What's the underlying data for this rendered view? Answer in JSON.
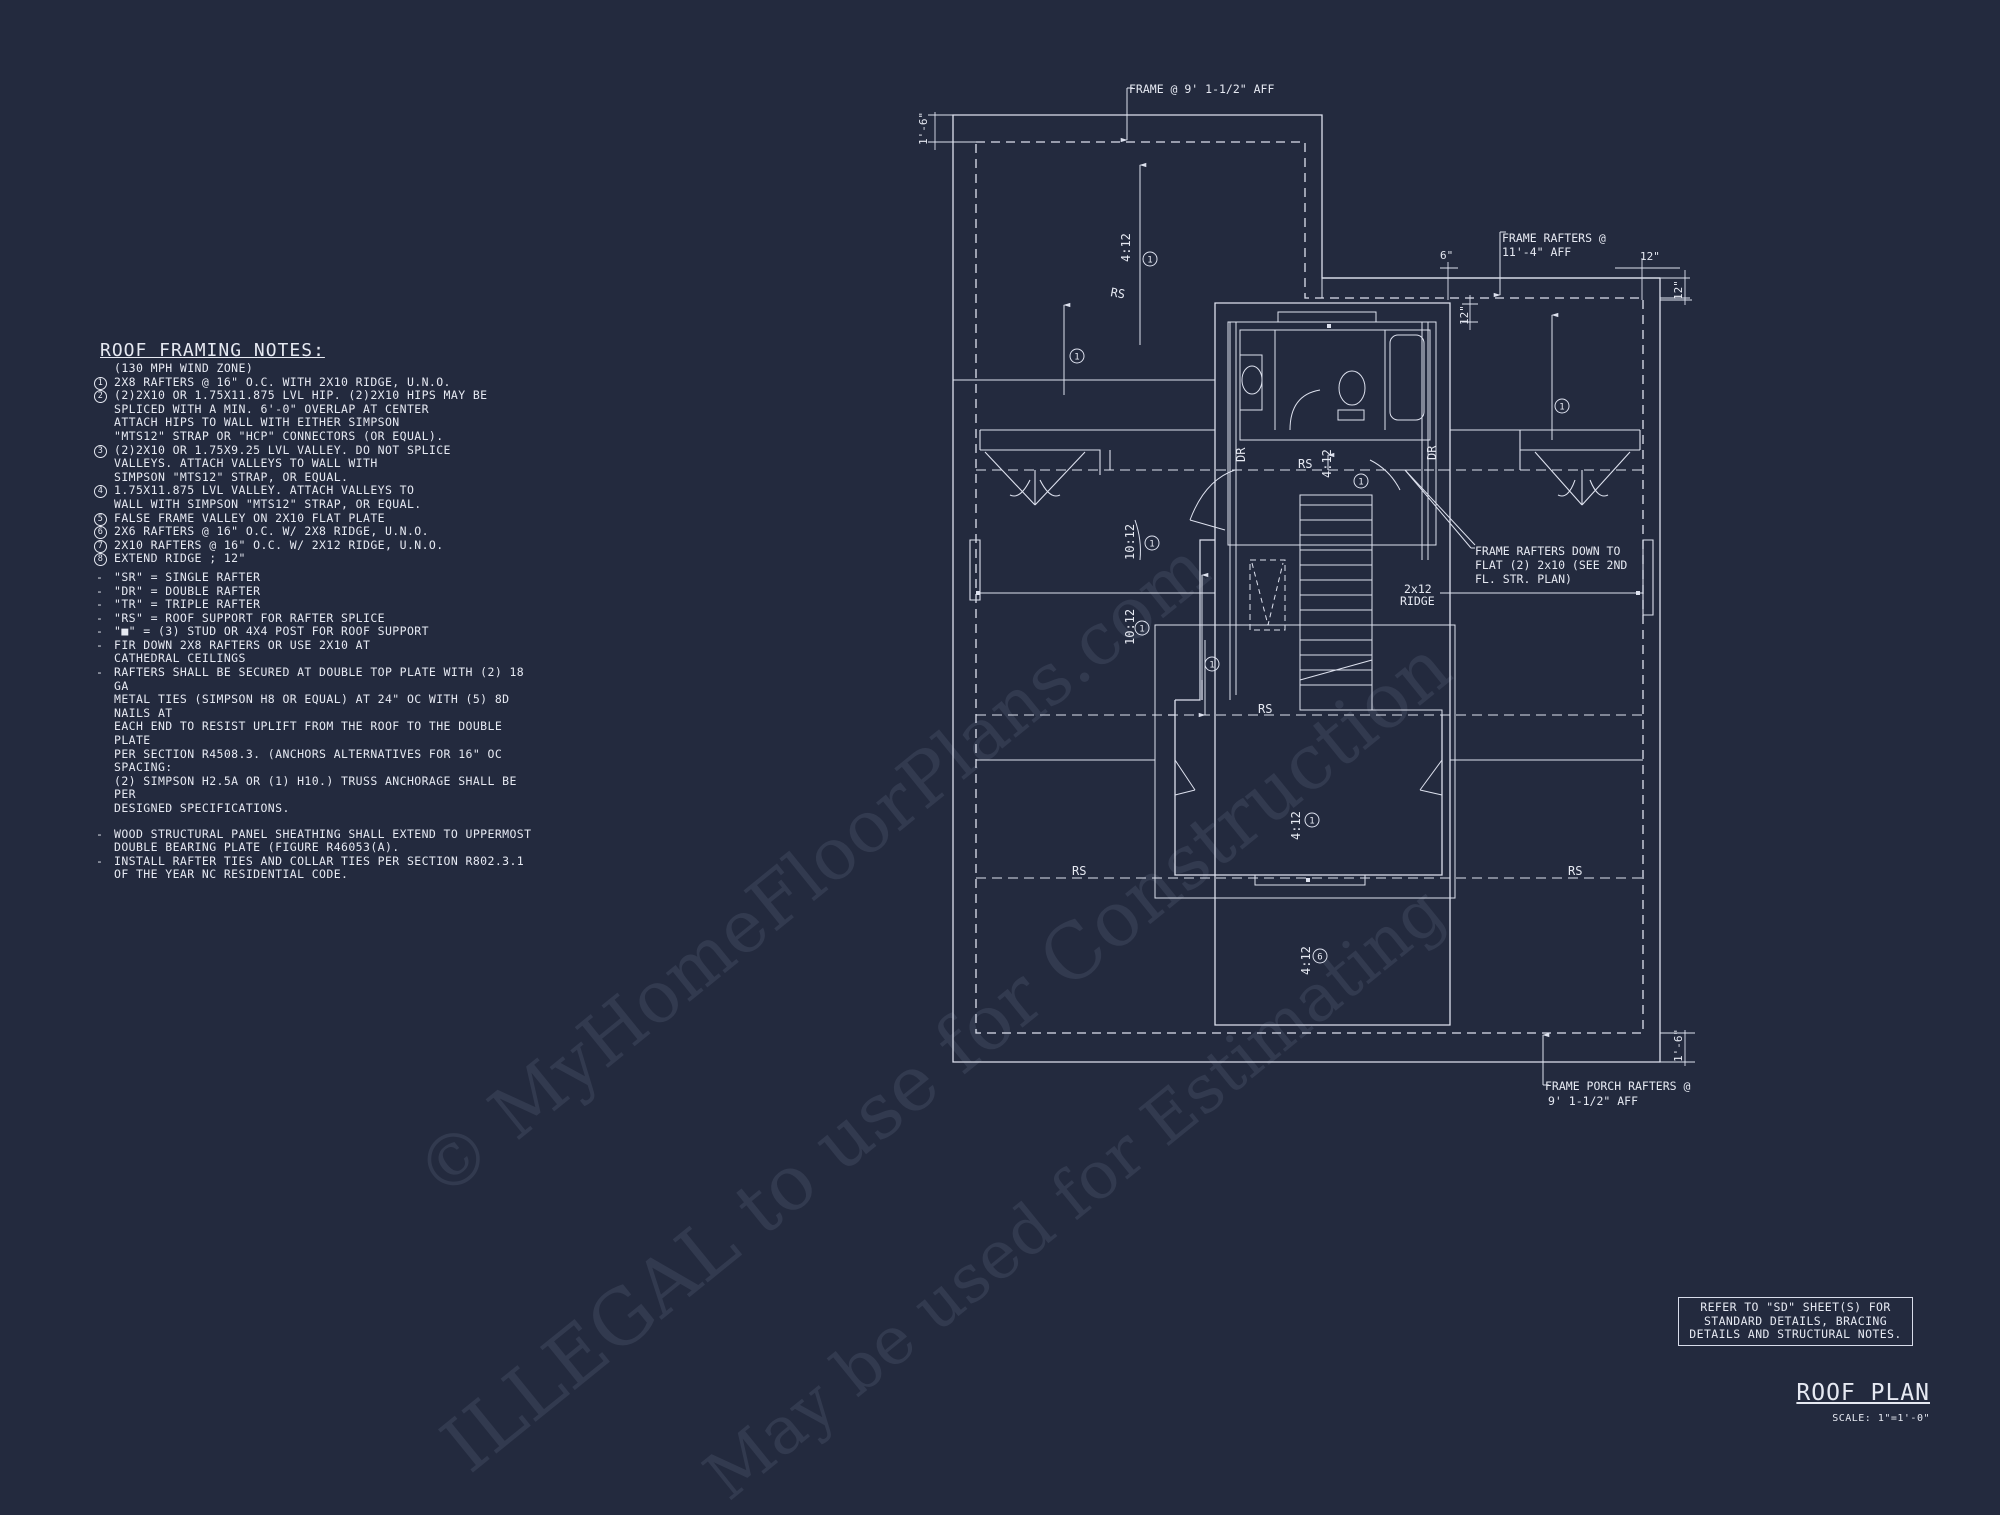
{
  "notes": {
    "title": "ROOF FRAMING NOTES:",
    "subtitle": "(130 MPH WIND ZONE)",
    "numbered": [
      {
        "num": "1",
        "lines": [
          "2x8 RAFTERS @ 16\" O.C. WITH 2X10 RIDGE, U.N.O."
        ]
      },
      {
        "num": "2",
        "lines": [
          "(2)2x10 OR 1.75x11.875 LVL HIP.  (2)2x10 HIPS MAY BE",
          "SPLICED WITH A MIN. 6'-0\" OVERLAP AT CENTER",
          "ATTACH HIPS TO WALL WITH EITHER SIMPSON",
          "\"MTS12\" STRAP OR \"HCP\" CONNECTORS (OR EQUAL)."
        ]
      },
      {
        "num": "3",
        "lines": [
          "(2)2x10 OR 1.75x9.25 LVL VALLEY.  DO NOT SPLICE",
          "VALLEYS.  ATTACH VALLEYS TO WALL WITH",
          "SIMPSON \"MTS12\" STRAP, OR EQUAL."
        ]
      },
      {
        "num": "4",
        "lines": [
          "1.75x11.875 LVL VALLEY.  ATTACH VALLEYS TO",
          "WALL WITH SIMPSON \"MTS12\" STRAP, OR EQUAL."
        ]
      },
      {
        "num": "5",
        "lines": [
          "FALSE FRAME VALLEY ON 2x10 FLAT PLATE"
        ]
      },
      {
        "num": "6",
        "lines": [
          "2x6 RAFTERS @ 16\" O.C. W/ 2x8 RIDGE, U.N.O."
        ]
      },
      {
        "num": "7",
        "lines": [
          "2x10 RAFTERS @ 16\" O.C. W/ 2x12 RIDGE, U.N.O."
        ]
      },
      {
        "num": "8",
        "lines": [
          "EXTEND RIDGE ; 12\""
        ]
      }
    ],
    "legend": [
      {
        "mark": "-",
        "lines": [
          "\"SR\" = SINGLE RAFTER"
        ]
      },
      {
        "mark": "-",
        "lines": [
          "\"DR\" = DOUBLE RAFTER"
        ]
      },
      {
        "mark": "-",
        "lines": [
          "\"TR\" = TRIPLE RAFTER"
        ]
      },
      {
        "mark": "-",
        "lines": [
          "\"RS\" = ROOF SUPPORT FOR RAFTER SPLICE"
        ]
      },
      {
        "mark": "-",
        "lines": [
          "\"■\"  = (3) STUD OR 4x4 POST FOR ROOF SUPPORT"
        ]
      },
      {
        "mark": "-",
        "lines": [
          "FIR DOWN 2x8 RAFTERS OR USE 2x10 AT",
          "CATHEDRAL CEILINGS"
        ]
      },
      {
        "mark": "-",
        "lines": [
          "RAFTERS SHALL BE SECURED AT DOUBLE TOP PLATE WITH (2) 18 GA",
          "METAL TIES (SIMPSON H8 OR EQUAL) AT 24\" OC WITH (5) 8d NAILS AT",
          "EACH END TO RESIST UPLIFT FROM THE ROOF TO THE DOUBLE PLATE",
          "PER SECTION R4508.3. (ANCHORS ALTERNATIVES FOR 16\" OC SPACING:",
          "(2) SIMPSON H2.5A OR (1) H10.) TRUSS ANCHORAGE SHALL BE PER",
          "DESIGNED SPECIFICATIONS."
        ]
      }
    ],
    "extra": [
      {
        "mark": "-",
        "lines": [
          "WOOD STRUCTURAL PANEL SHEATHING SHALL EXTEND TO UPPERMOST",
          "DOUBLE BEARING PLATE (FIGURE R46053(A)."
        ]
      },
      {
        "mark": "-",
        "lines": [
          "INSTALL RAFTER TIES AND COLLAR TIES PER SECTION R802.3.1",
          "OF THE YEAR NC RESIDENTIAL CODE."
        ]
      }
    ]
  },
  "plan": {
    "callouts": {
      "frame_top": "FRAME @ 9' 1-1/2\" AFF",
      "frame_rafters_1": "FRAME RAFTERS @",
      "frame_rafters_2": "11'-4\" AFF",
      "down_1": "FRAME RAFTERS DOWN TO",
      "down_2": "FLAT (2) 2x10 (SEE 2ND",
      "down_3": "FL. STR. PLAN)",
      "ridge_1": "2x12",
      "ridge_2": "RIDGE",
      "porch_1": "FRAME PORCH RAFTERS @",
      "porch_2": "9' 1-1/2\" AFF"
    },
    "dims": {
      "d_top_left": "1'-6\"",
      "d_6": "6\"",
      "d_12_top": "12\"",
      "d_12_right": "12\"",
      "d_12_inner": "12\"",
      "d_bottom_right": "1'-6\""
    },
    "pitches": {
      "p_top": "4:12",
      "p_upper_mid": "4:12",
      "p_left_a": "10:12",
      "p_left_b": "10:12",
      "p_dormer": "4:12",
      "p_porch": "4:12"
    },
    "tags": {
      "rs_top": "RS",
      "rs_upper": "RS",
      "rs_mid": "RS",
      "rs_left": "RS",
      "rs_right": "RS",
      "dr_left": "DR",
      "dr_right": "DR"
    },
    "markers": {
      "m1": "1",
      "m2": "1",
      "m3": "1",
      "m4": "1",
      "m5": "1",
      "m6": "1",
      "m7": "1",
      "m8": "1",
      "m9": "6"
    }
  },
  "reference_note": [
    "REFER TO \"SD\" SHEET(S) FOR",
    "STANDARD DETAILS, BRACING",
    "DETAILS AND STRUCTURAL NOTES."
  ],
  "plan_title": "ROOF PLAN",
  "plan_scale": "SCALE: 1\"=1'-0\"",
  "watermark": {
    "line1": "© MyHomeFloorPlans.com",
    "line2": "ILLEGAL to use for Construction",
    "line3": "May be used for Estimating"
  }
}
